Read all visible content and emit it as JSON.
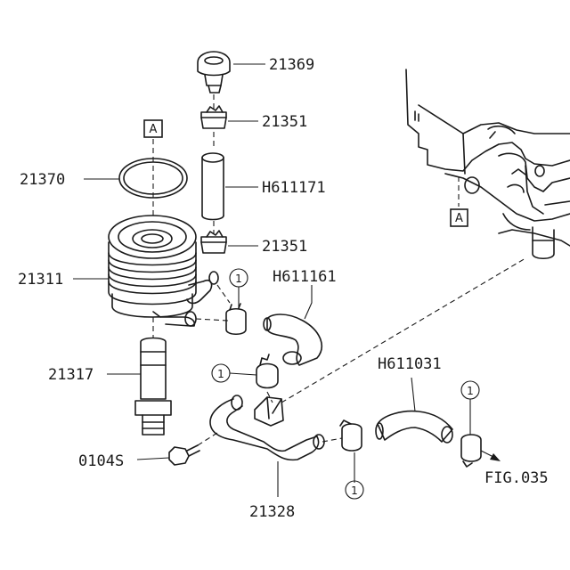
{
  "parts": {
    "p21369": "21369",
    "p21351_top": "21351",
    "p21370": "21370",
    "h611171": "H611171",
    "p21351_mid": "21351",
    "p21311": "21311",
    "h611161": "H611161",
    "p21317": "21317",
    "h611031": "H611031",
    "p0104s": "0104S",
    "p21328": "21328"
  },
  "fig_ref": "FIG.035",
  "ref_box_a": "A",
  "callout_1": "1"
}
